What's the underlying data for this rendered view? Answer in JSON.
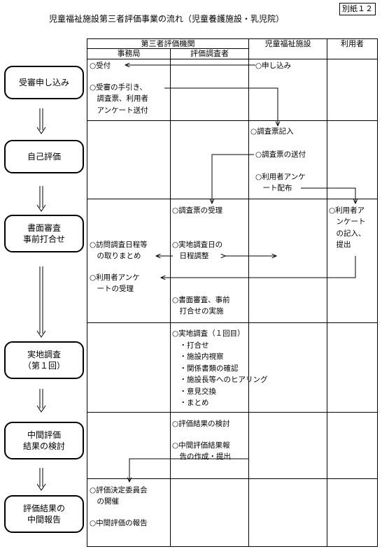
{
  "title": "児童福祉施設第三者評価事業の流れ（児童養護施設・乳児院）",
  "attachment": "別紙１２",
  "headers": {
    "third_party": "第三者評価機関",
    "office": "事務局",
    "evaluator": "評価調査者",
    "facility": "児童福祉施設",
    "user": "利用者"
  },
  "steps": [
    "受審申し込み",
    "自己評価",
    "書面審査\n事前打合せ",
    "実地調査\n（第１回）",
    "中間評価\n結果の検討",
    "評価結果の\n中間報告"
  ],
  "cells": {
    "r1_office_a": "○受付",
    "r1_office_b": "○受審の手引き、\n　調査票、利用者\n　アンケート送付",
    "r1_facility": "○申し込み",
    "r2_facility_a": "○調査票記入",
    "r2_facility_b": "○調査票の送付",
    "r2_facility_c": "○利用者アンケ\n　ート配布",
    "r3_evaluator_a": "○調査票の受理",
    "r3_user": "○利用者ア\n　ンケート\n　の記入、\n　提出",
    "r3_office_a": "○訪問調査日程等\n　の取りまとめ",
    "r3_evaluator_b": "○実地調査日の\n　日程調整",
    "r3_office_b": "○利用者アンケ\n　ートの受理",
    "r3_evaluator_c": "○書面審査、事前\n　打合せの実施",
    "r4_evaluator": "○実地調査（１回目）\n　・打合せ\n　・施設内視察\n　・関係書類の確認\n　・施設長等へのヒアリング\n　・意見交換\n　・まとめ",
    "r5_evaluator_a": "○評価結果の検討",
    "r5_evaluator_b": "○中間評価結果報\n　告の作成・提出",
    "r6_office_a": "○評価決定委員会\n　の開催",
    "r6_office_b": "○中間評価の報告"
  }
}
